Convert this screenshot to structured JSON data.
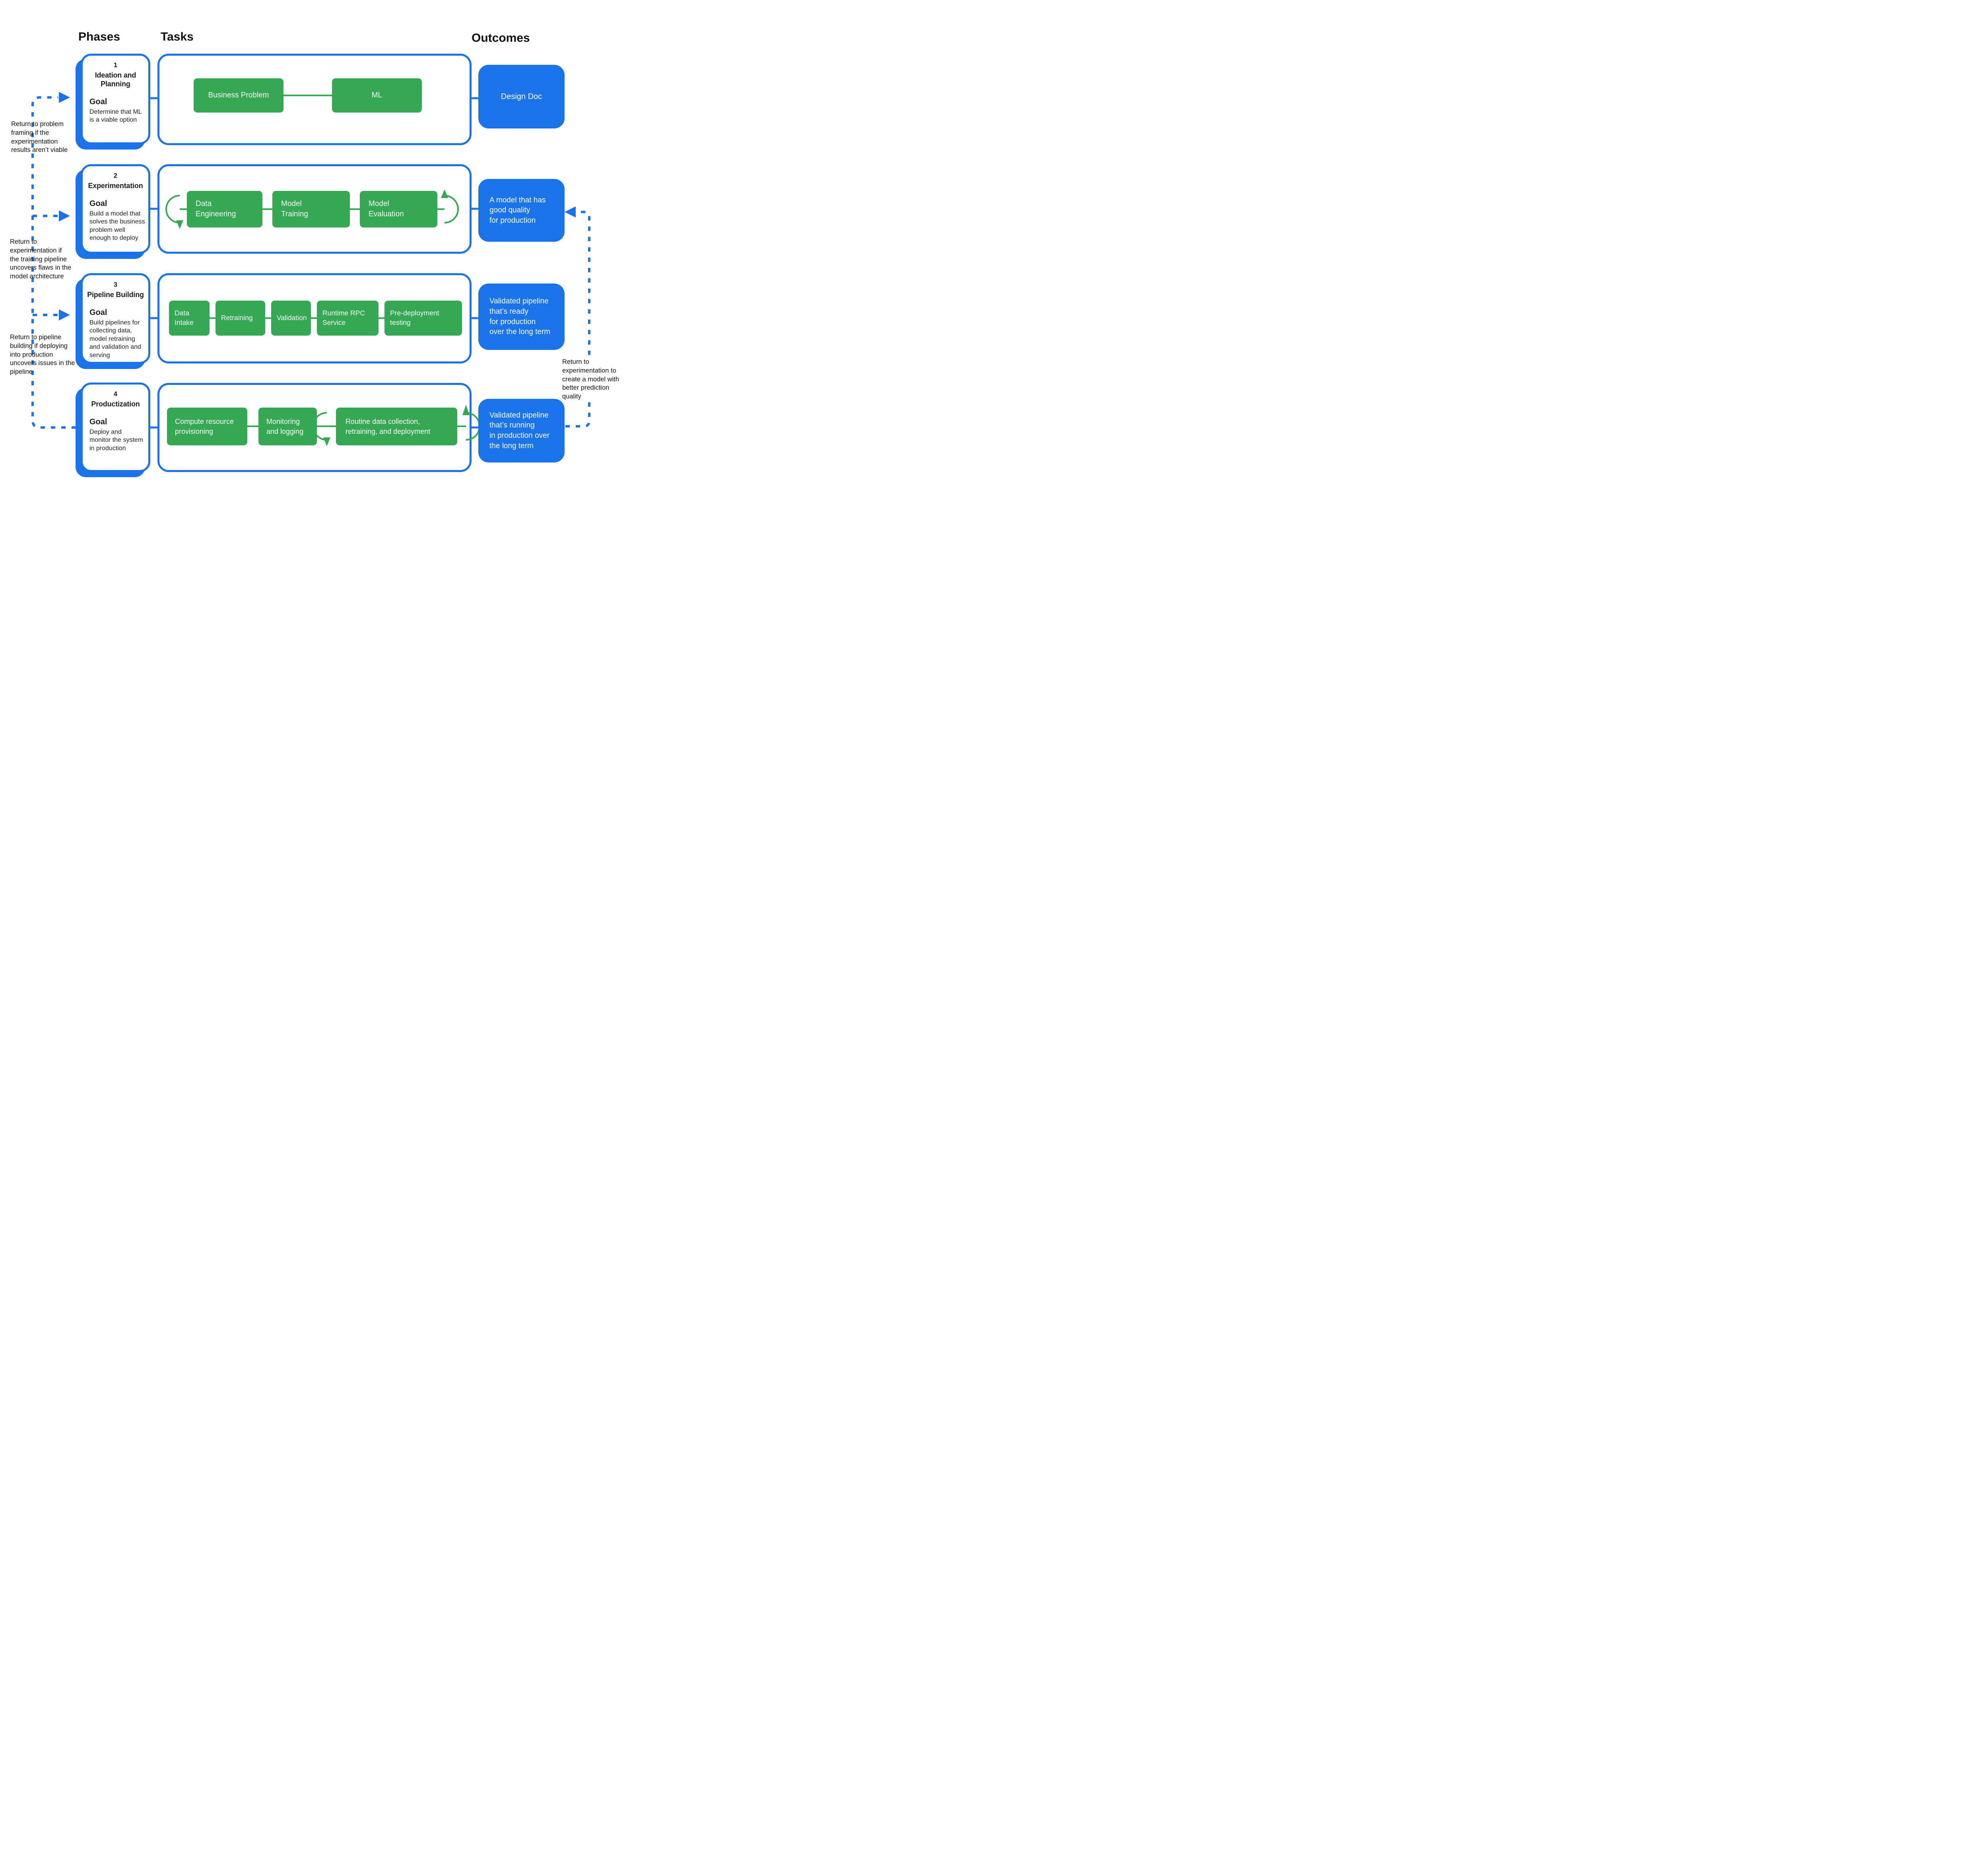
{
  "header": {
    "phases": "Phases",
    "tasks": "Tasks",
    "outcomes": "Outcomes"
  },
  "colors": {
    "accent_blue": "#1A73E8",
    "task_green": "#34A853",
    "text_black": "#202124",
    "background": "#FFFFFF"
  },
  "phases": [
    {
      "number": "1",
      "title": "Ideation and\nPlanning",
      "goal_label": "Goal",
      "goal": "Determine that ML\nis a viable option",
      "tasks": [
        "Business Problem",
        "ML"
      ],
      "outcome": "Design Doc"
    },
    {
      "number": "2",
      "title": "Experimentation",
      "goal_label": "Goal",
      "goal": "Build a model that\nsolves the business\nproblem well\nenough to deploy",
      "tasks": [
        "Data\nEngineering",
        "Model\nTraining",
        "Model\nEvaluation"
      ],
      "outcome": "A model that has\ngood quality\nfor production"
    },
    {
      "number": "3",
      "title": "Pipeline Building",
      "goal_label": "Goal",
      "goal": "Build pipelines for\ncollecting data,\nmodel retraining\nand validation and\nserving",
      "tasks": [
        "Data\nIntake",
        "Retraining",
        "Validation",
        "Runtime RPC\nService",
        "Pre-deployment\ntesting"
      ],
      "outcome": "Validated pipeline\nthat’s ready\nfor production\nover the long term"
    },
    {
      "number": "4",
      "title": "Productization",
      "goal_label": "Goal",
      "goal": "Deploy and\nmonitor the system\nin production",
      "tasks": [
        "Compute  resource\nprovisioning",
        "Monitoring\nand logging",
        "Routine data collection,\nretraining, and deployment"
      ],
      "outcome": "Validated pipeline\nthat’s running\nin production over\nthe long term"
    }
  ],
  "annotations": {
    "left": [
      "Return to problem\nframing if the\nexperimentation\nresults aren’t viable",
      "Return to\nexperimentation if\nthe training pipeline\nuncovers flaws in the\nmodel architecture",
      "Return to pipeline\nbuilding if deploying\ninto production\nuncovers issues in the\npipeline"
    ],
    "right": "Return to\nexperimentation to\ncreate a model with\nbetter prediction\nquality"
  }
}
